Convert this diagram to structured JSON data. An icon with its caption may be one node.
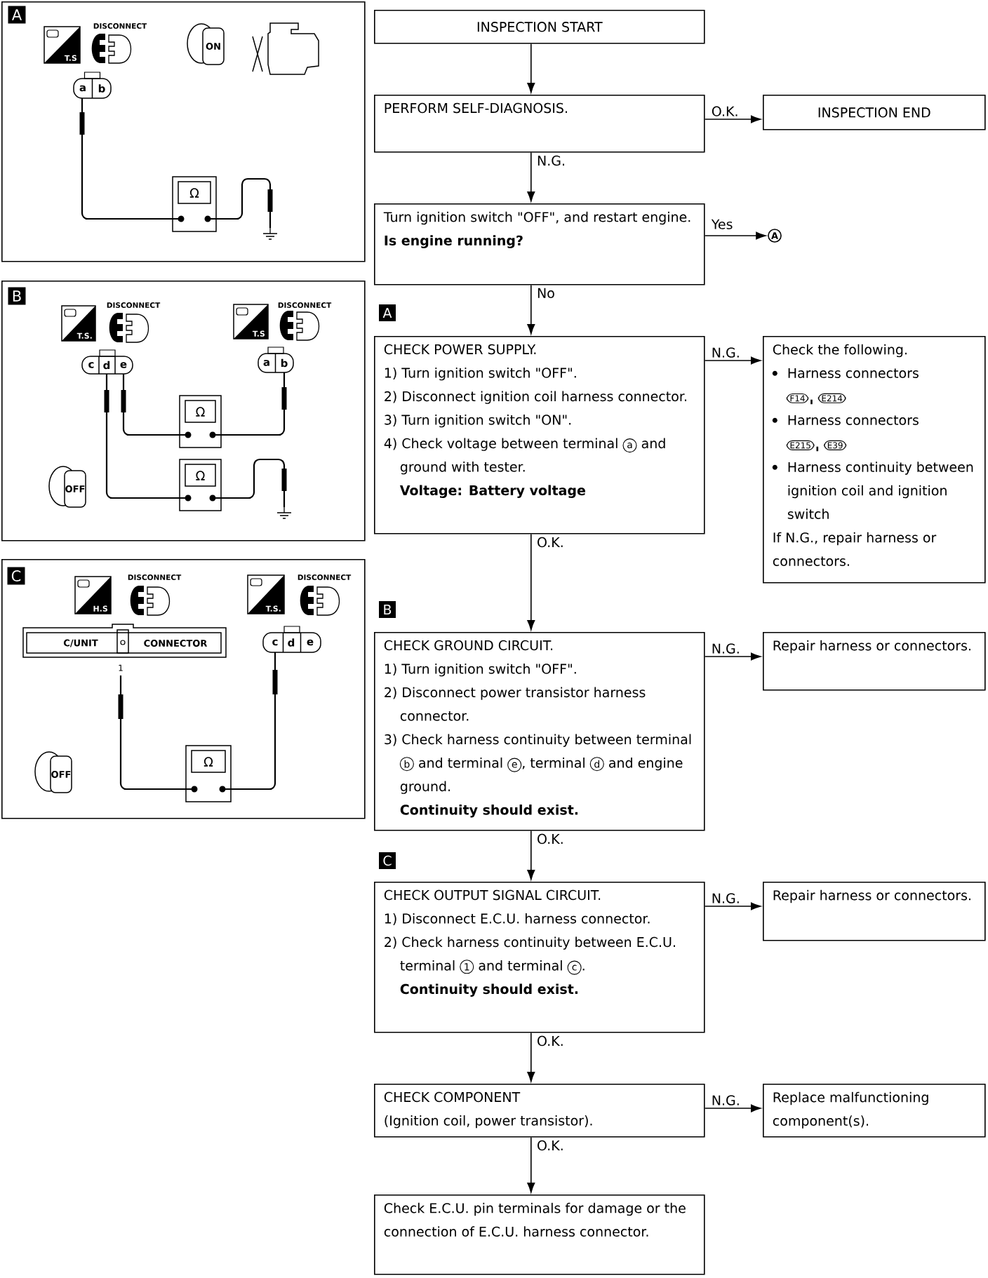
{
  "diagram": {
    "nodes": [
      {
        "text": [
          "INSPECTION START"
        ]
      },
      {
        "text": [
          "PERFORM SELF-DIAGNOSIS."
        ]
      },
      {
        "text": [
          "INSPECTION END"
        ]
      },
      {
        "text": [
          "Turn ignition switch \"OFF\", and restart engine.",
          "Is engine running?"
        ]
      },
      {
        "text": [
          "A"
        ]
      },
      {
        "text": [
          "CHECK POWER SUPPLY.",
          "1) Turn ignition switch \"OFF\".",
          "2) Disconnect ignition coil harness connector.",
          "3) Turn ignition switch \"ON\".",
          "4) Check voltage between terminal",
          "a",
          "and ground with tester.",
          "Voltage: Battery voltage"
        ],
        "beside": [
          "A"
        ]
      },
      {
        "text": [
          "Check the following.",
          "Harness connectors",
          "F14",
          "E214",
          "Harness connectors",
          "E215",
          "E39",
          "Harness continuity between ignition coil and ignition switch",
          "If N.G., repair harness or connectors."
        ]
      },
      {
        "text": [
          "CHECK GROUND CIRCUIT.",
          "1) Turn ignition switch \"OFF\".",
          "2) Disconnect power transistor harness connector.",
          "3) Check harness continuity between terminal",
          "b",
          "and terminal",
          "e",
          ", terminal",
          "d",
          "and engine ground.",
          "Continuity should exist."
        ],
        "beside": [
          "B"
        ]
      },
      {
        "text": [
          "Repair harness or connectors."
        ]
      },
      {
        "text": [
          "CHECK OUTPUT SIGNAL CIRCUIT.",
          "1) Disconnect E.C.U. harness connector.",
          "2) Check harness continuity between E.C.U. terminal",
          "1",
          "and terminal",
          "c",
          ".",
          "Continuity should exist."
        ],
        "beside": [
          "C"
        ]
      },
      {
        "text": [
          "Repair harness or connectors."
        ]
      },
      {
        "text": [
          "CHECK COMPONENT",
          "(Ignition coil, power transistor)."
        ]
      },
      {
        "text": [
          "Replace malfunctioning component(s)."
        ]
      },
      {
        "text": [
          "Check E.C.U. pin terminals for damage or the connection of E.C.U. harness connector."
        ]
      },
      {
        "text": [
          "A",
          "DISCONNECT",
          "T.S",
          "ON",
          "a",
          "b",
          "Ω"
        ]
      },
      {
        "text": [
          "B",
          "DISCONNECT",
          "DISCONNECT",
          "T.S.",
          "T.S",
          "c",
          "d",
          "e",
          "a",
          "b",
          "Ω",
          "Ω",
          "OFF"
        ]
      },
      {
        "text": [
          "C",
          "DISCONNECT",
          "DISCONNECT",
          "H.S",
          "T.S.",
          "C/UNIT",
          "CONNECTOR",
          "c",
          "d",
          "e",
          "1",
          "Ω",
          "OFF"
        ]
      }
    ],
    "edges": [
      {
        "from": 0,
        "to": 1,
        "arrow": "to"
      },
      {
        "from": 1,
        "to": 2,
        "arrow": "to",
        "label": "O.K."
      },
      {
        "from": 1,
        "to": 3,
        "arrow": "to",
        "label": "N.G."
      },
      {
        "from": 3,
        "to": 4,
        "arrow": "to",
        "label": "Yes"
      },
      {
        "from": 3,
        "to": 5,
        "arrow": "to",
        "label": "No"
      },
      {
        "from": 5,
        "to": 6,
        "arrow": "to",
        "label": "N.G."
      },
      {
        "from": 5,
        "to": 7,
        "arrow": "to",
        "label": "O.K."
      },
      {
        "from": 7,
        "to": 8,
        "arrow": "to",
        "label": "N.G."
      },
      {
        "from": 7,
        "to": 9,
        "arrow": "to",
        "label": "O.K."
      },
      {
        "from": 9,
        "to": 10,
        "arrow": "to",
        "label": "N.G."
      },
      {
        "from": 9,
        "to": 11,
        "arrow": "to",
        "label": "O.K."
      },
      {
        "from": 11,
        "to": 12,
        "arrow": "to",
        "label": "N.G."
      },
      {
        "from": 11,
        "to": 13,
        "arrow": "to",
        "label": "O.K."
      }
    ]
  }
}
